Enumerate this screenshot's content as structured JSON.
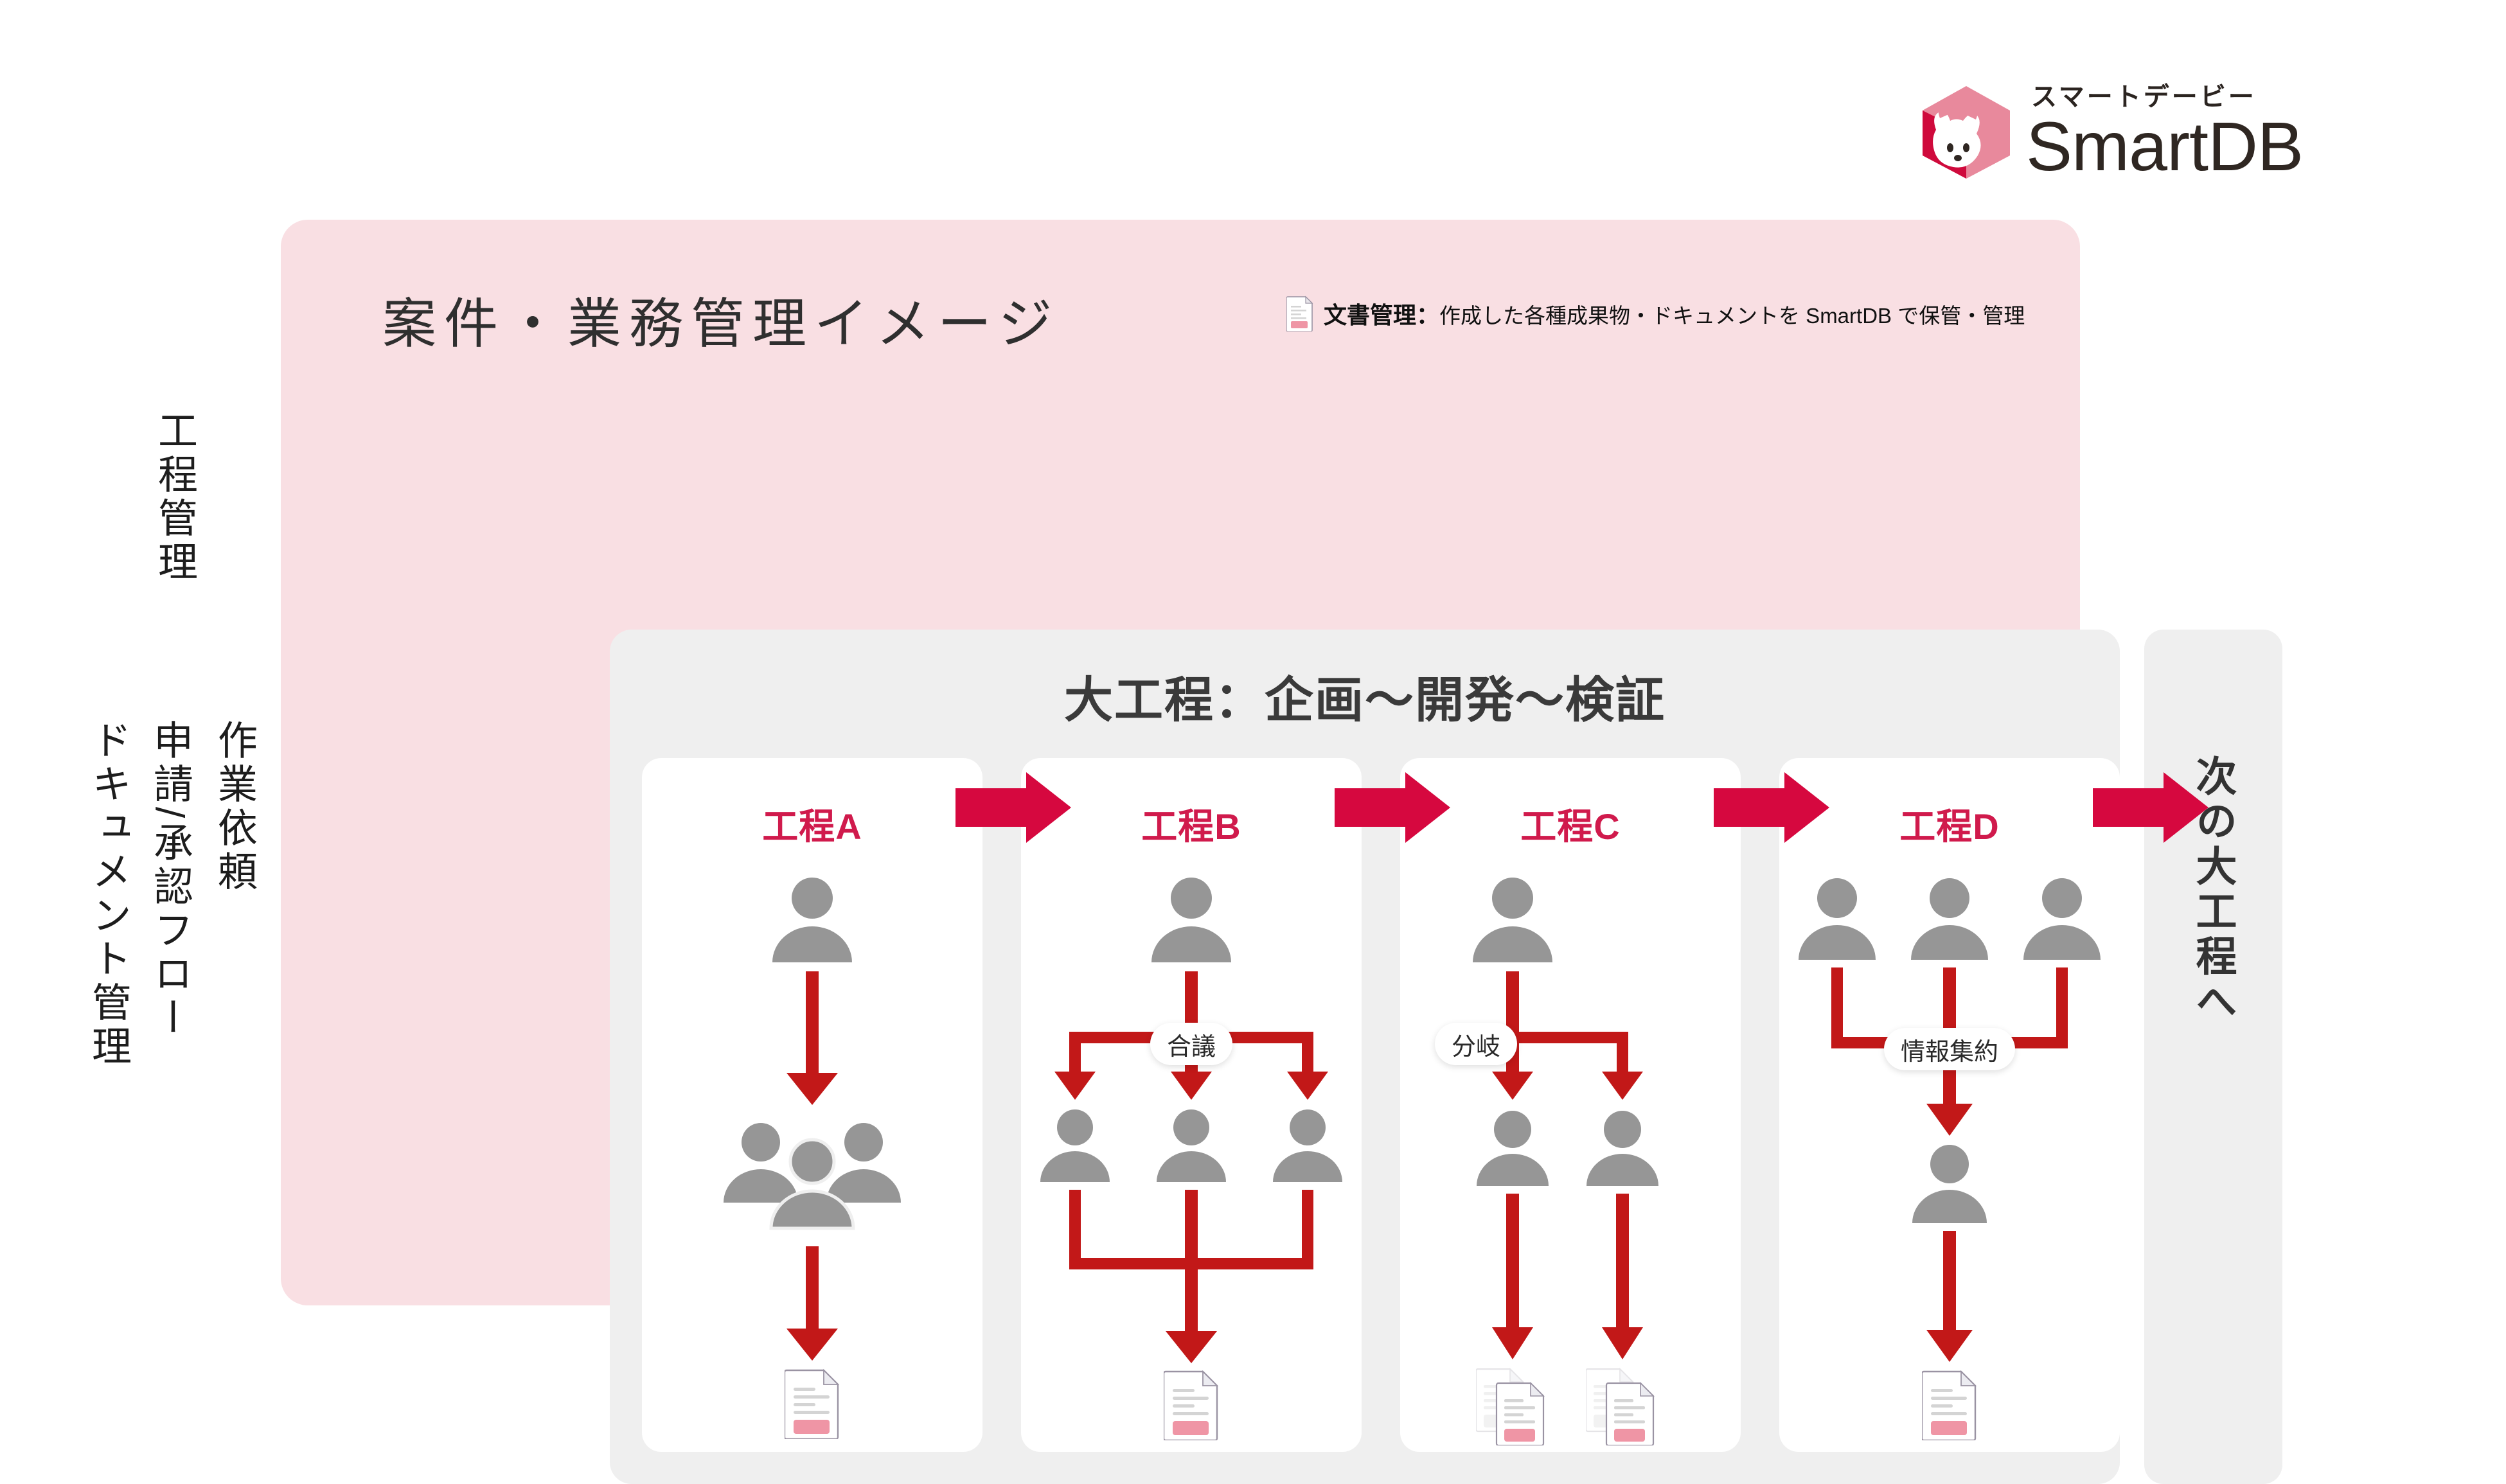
{
  "logo": {
    "kana": "スマートデービー",
    "wordmark": "SmartDB",
    "mark_name": "smartdb-cube-dog-logo",
    "colors": {
      "cube_light": "#e8899c",
      "cube_dark": "#cf0a3c",
      "text": "#2f2722"
    }
  },
  "panel": {
    "title": "案件・業務管理イメージ",
    "background": "#f9dfe3",
    "legend": {
      "icon": "document-icon",
      "bold_part": "文書管理：",
      "text": "作成した各種成果物・ドキュメントを SmartDB で保管・管理"
    }
  },
  "side_labels": [
    {
      "name": "process-management",
      "text": "工程管理"
    },
    {
      "name": "work-request",
      "text": "作業依頼"
    },
    {
      "name": "approval-flow",
      "text": "申請/承認フロー"
    },
    {
      "name": "document-management",
      "text": "ドキュメント管理"
    }
  ],
  "phase": {
    "title": "大工程：企画〜開発〜検証",
    "background": "#efefef"
  },
  "steps": [
    {
      "label": "工程A",
      "pattern": "single-to-group",
      "badge": null,
      "top_people": 1,
      "bottom_people": "group",
      "documents": 1,
      "doc_style": "single"
    },
    {
      "label": "工程B",
      "pattern": "split-merge",
      "badge": "合議",
      "top_people": 1,
      "bottom_people": 3,
      "documents": 1,
      "doc_style": "single"
    },
    {
      "label": "工程C",
      "pattern": "branch",
      "badge": "分岐",
      "top_people": 1,
      "bottom_people": 2,
      "documents": 2,
      "doc_style": "stacked"
    },
    {
      "label": "工程D",
      "pattern": "aggregate",
      "badge": "情報集約",
      "top_people": 3,
      "bottom_people": 1,
      "documents": 1,
      "doc_style": "single"
    }
  ],
  "next_phase": {
    "label": "次の大工程へ"
  },
  "colors": {
    "accent_crimson": "#d6083f",
    "arrow_red": "#c21818",
    "step_label": "#d01a4c",
    "person_gray": "#969696",
    "doc_pink": "#ef95a5",
    "doc_line_gray": "#d4d4d4",
    "panel_pink": "#f9dfe3",
    "panel_gray": "#efefef",
    "title_dark": "#2f2f2f"
  },
  "arrow_count_between_steps": 4
}
